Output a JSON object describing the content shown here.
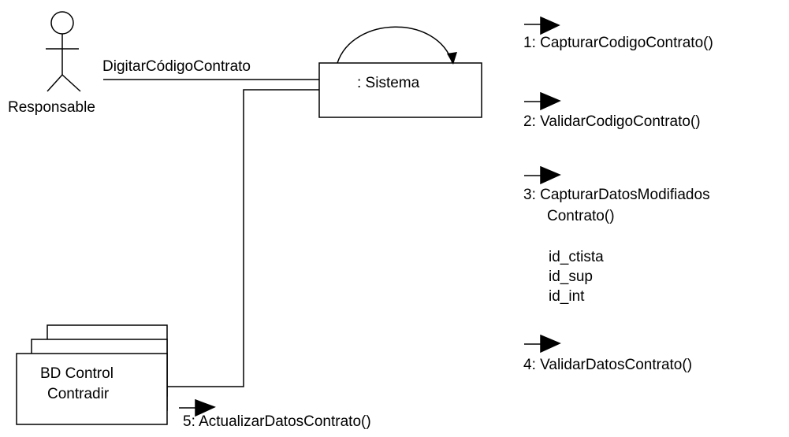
{
  "actor": {
    "label": "Responsable"
  },
  "system": {
    "label": ": Sistema"
  },
  "database": {
    "line1": "BD Control",
    "line2": "Contradir"
  },
  "link_label": "DigitarCódigoContrato",
  "messages": {
    "m1": "1: CapturarCodigoContrato()",
    "m2": "2: ValidarCodigoContrato()",
    "m3_line1": "3: CapturarDatosModifiados",
    "m3_line2": "Contrato()",
    "m4": "4: ValidarDatosContrato()",
    "m5": "5: ActualizarDatosContrato()"
  },
  "fields": [
    "id_ctista",
    "id_sup",
    "id_int"
  ]
}
